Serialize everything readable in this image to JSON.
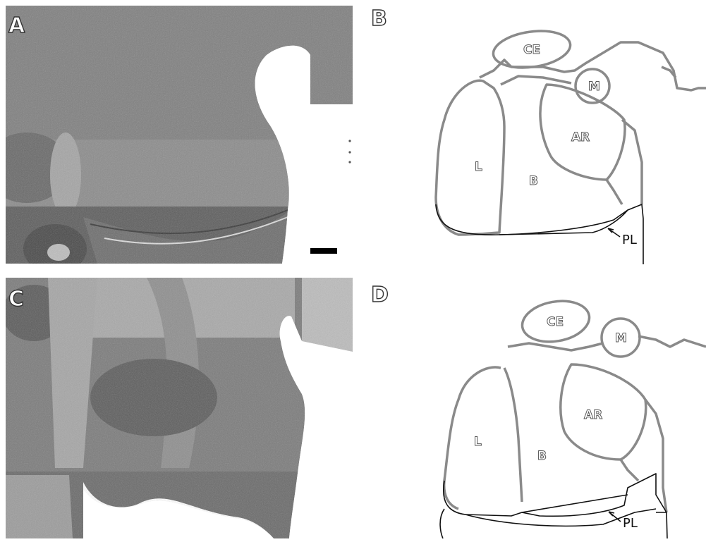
{
  "figure": {
    "panels": [
      {
        "id": "A",
        "letter": "A",
        "kind": "histology-photo",
        "scale_bar": true
      },
      {
        "id": "B",
        "letter": "B",
        "kind": "line-drawing",
        "regions": [
          "CE",
          "M",
          "AR",
          "L",
          "B"
        ],
        "pointer_label": "PL"
      },
      {
        "id": "C",
        "letter": "C",
        "kind": "histology-photo"
      },
      {
        "id": "D",
        "letter": "D",
        "kind": "line-drawing",
        "regions": [
          "CE",
          "M",
          "AR",
          "L",
          "B"
        ],
        "pointer_label": "PL"
      }
    ],
    "colors": {
      "tissue": "#7a7a7a",
      "tissue_dark": "#585858",
      "tissue_light": "#a7a7a7",
      "outline_gray": "#8a8a8a",
      "outline_black": "#111111"
    }
  }
}
